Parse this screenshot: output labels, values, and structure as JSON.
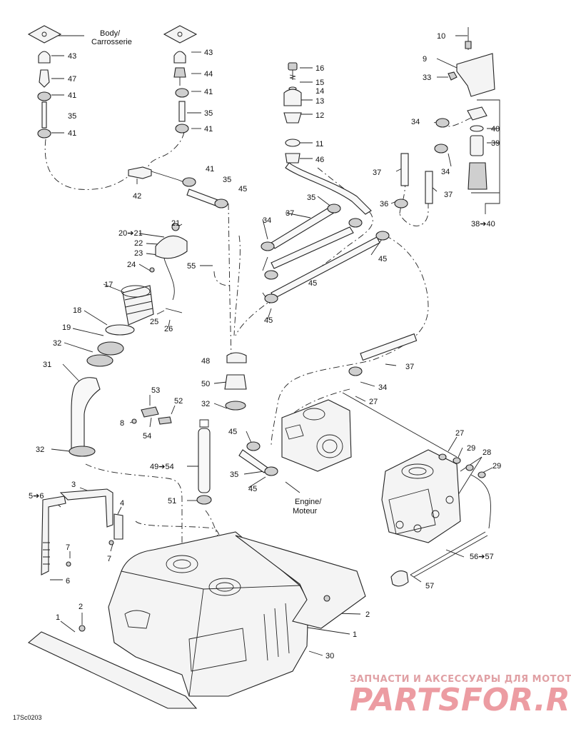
{
  "diagram": {
    "labels": {
      "body_line1": "Body/",
      "body_line2": "Carrosserie",
      "engine_line1": "Engine/",
      "engine_line2": "Moteur",
      "figure_code": "17Sc0203"
    },
    "callouts": [
      "43",
      "47",
      "41",
      "35",
      "41",
      "43",
      "44",
      "41",
      "35",
      "41",
      "42",
      "41",
      "35",
      "45",
      "16",
      "15",
      "14",
      "13",
      "12",
      "11",
      "46",
      "10",
      "9",
      "33",
      "34",
      "40",
      "39",
      "37",
      "34",
      "37",
      "38➔40",
      "36",
      "34",
      "37",
      "35",
      "45",
      "45",
      "45",
      "21",
      "20➔21",
      "22",
      "23",
      "24",
      "55",
      "17",
      "25",
      "26",
      "18",
      "19",
      "32",
      "31",
      "48",
      "50",
      "32",
      "53",
      "52",
      "8",
      "54",
      "49➔54",
      "51",
      "32",
      "45",
      "35",
      "45",
      "37",
      "34",
      "27",
      "27",
      "29",
      "28",
      "29",
      "56➔57",
      "57",
      "5➔6",
      "3",
      "4",
      "7",
      "7",
      "6",
      "1",
      "2",
      "2",
      "1",
      "30"
    ],
    "watermark": {
      "line1": "ЗАПЧАСТИ И АКСЕССУАРЫ ДЛЯ МОТОТЕХНИКИ",
      "line2": "PARTSFOR.RU"
    }
  }
}
